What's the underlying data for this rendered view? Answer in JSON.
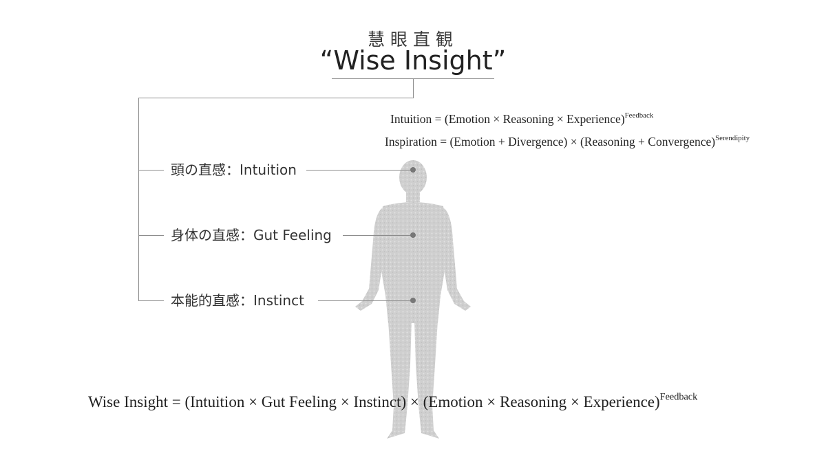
{
  "title": {
    "japanese": "慧眼直観",
    "english": "“Wise Insight”"
  },
  "labels": {
    "head": "頭の直感：Intuition",
    "body": "身体の直感：Gut Feeling",
    "instinct": "本能的直感：Instinct"
  },
  "formulas": {
    "intuition": {
      "base": "Intuition = (Emotion × Reasoning × Experience)",
      "exponent": "Feedback"
    },
    "inspiration": {
      "base": "Inspiration = (Emotion + Divergence) × (Reasoning + Convergence)",
      "exponent": "Serendipity"
    },
    "wise_insight": {
      "base": "Wise Insight = (Intuition × Gut Feeling × Instinct) × (Emotion × Reasoning × Experience)",
      "exponent": "Feedback"
    }
  },
  "figure": {
    "icon": "human-body-silhouette",
    "color": "#c8c8c8"
  }
}
